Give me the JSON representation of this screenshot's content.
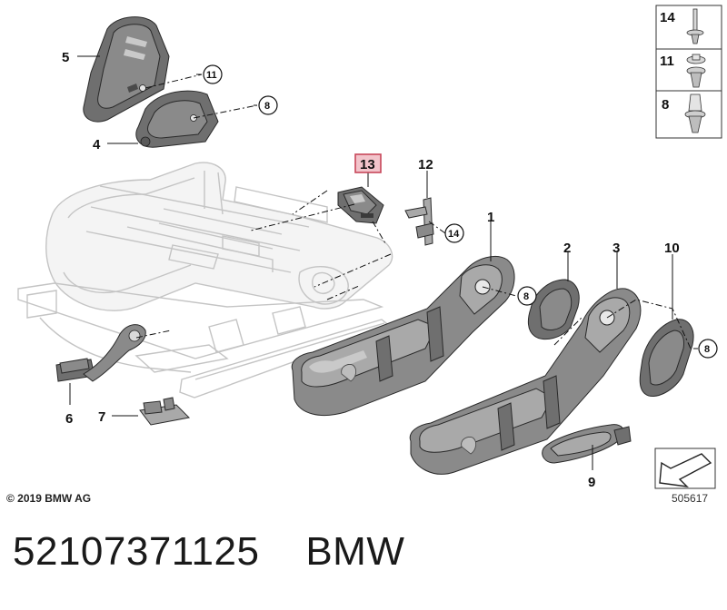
{
  "diagram": {
    "copyright": "© 2019 BMW AG",
    "drawing_number": "505617",
    "part_number": "52107371125",
    "brand": "BMW",
    "accent_color": "#e07b8a",
    "callouts": [
      {
        "id": "c1",
        "label": "1"
      },
      {
        "id": "c2",
        "label": "2"
      },
      {
        "id": "c3",
        "label": "3"
      },
      {
        "id": "c4",
        "label": "4"
      },
      {
        "id": "c5",
        "label": "5"
      },
      {
        "id": "c6",
        "label": "6"
      },
      {
        "id": "c7",
        "label": "7"
      },
      {
        "id": "c9",
        "label": "9"
      },
      {
        "id": "c10",
        "label": "10"
      },
      {
        "id": "c12",
        "label": "12"
      },
      {
        "id": "c13",
        "label": "13"
      }
    ],
    "circled_refs": [
      {
        "id": "r11",
        "label": "11"
      },
      {
        "id": "r8a",
        "label": "8"
      },
      {
        "id": "r14",
        "label": "14"
      },
      {
        "id": "r8b",
        "label": "8"
      },
      {
        "id": "r8c",
        "label": "8"
      }
    ],
    "fastener_legend": [
      {
        "label": "14",
        "icon": "pin-clip-icon"
      },
      {
        "label": "11",
        "icon": "expanding-rivet-icon"
      },
      {
        "label": "8",
        "icon": "push-clip-icon"
      }
    ]
  }
}
